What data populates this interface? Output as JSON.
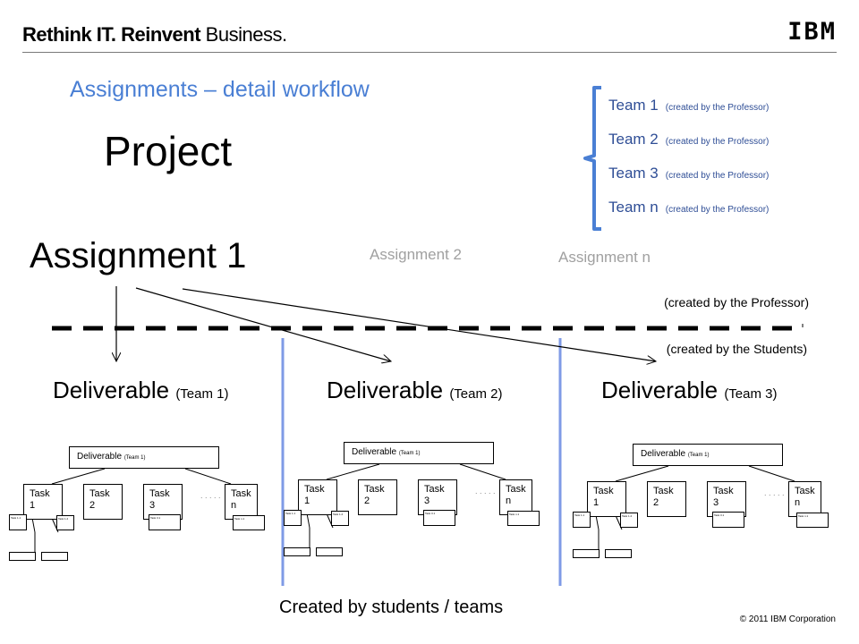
{
  "header": {
    "brand_bold": "Rethink IT. Reinvent",
    "brand_light": "Business.",
    "logo": "IBM",
    "title": "Assignments – detail workflow"
  },
  "project_label": "Project",
  "teams": [
    {
      "name": "Team 1",
      "note": "(created by the Professor)"
    },
    {
      "name": "Team 2",
      "note": "(created by the Professor)"
    },
    {
      "name": "Team 3",
      "note": "(created by the Professor)"
    },
    {
      "name": "Team n",
      "note": "(created by the Professor)"
    }
  ],
  "assignments": {
    "primary": "Assignment 1",
    "second": "Assignment 2",
    "nth": "Assignment   n"
  },
  "divider": {
    "above": "(created by the Professor)",
    "below": "(created by the Students)"
  },
  "deliverables": [
    {
      "label": "Deliverable",
      "team": "(Team 1)"
    },
    {
      "label": "Deliverable",
      "team": "(Team 2)"
    },
    {
      "label": "Deliverable",
      "team": "(Team 3)"
    }
  ],
  "mini_diagram": {
    "root_label": "Deliverable",
    "root_team": "(Team 1)",
    "tasks": [
      "Task 1",
      "Task 2",
      "Task 3",
      "Task n"
    ],
    "ellipsis": ". . . . .",
    "subtasks": [
      "Task 1.1",
      "Task 1.2",
      "Task 3.1",
      "Task n.1"
    ]
  },
  "footer": {
    "created_by": "Created by students / teams",
    "copyright": "© 2011 IBM Corporation"
  },
  "colors": {
    "accent_blue": "#4a7fd4",
    "team_text": "#2f4e96",
    "separator_blue": "#7f9be6",
    "muted_gray": "#a0a0a0"
  }
}
